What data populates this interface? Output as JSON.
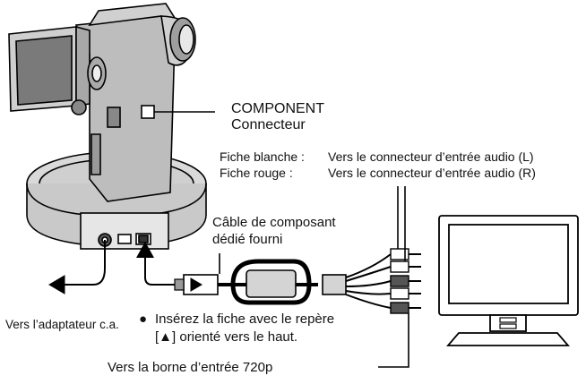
{
  "labels": {
    "component_title": "COMPONENT",
    "component_sub": "Connecteur",
    "white_plug_name": "Fiche blanche :",
    "white_plug_dest": "Vers le connecteur d’entrée audio (L)",
    "red_plug_name": "Fiche rouge :",
    "red_plug_dest": "Vers le connecteur d’entrée audio (R)",
    "cable_line1": "Câble de composant",
    "cable_line2": "dédié fourni",
    "ac_adapter": "Vers l’adaptateur c.a.",
    "note_bullet": "●",
    "note_line1": "Insérez la fiche avec le repère",
    "note_line2": "[▲]  orienté vers le haut.",
    "terminal_720p": "Vers la borne d’entrée 720p"
  },
  "icons": {
    "camera": "camcorder-icon",
    "dock": "docking-station-icon",
    "tv": "television-icon",
    "cable": "component-cable-icon",
    "arrow": "arrow-left-icon"
  }
}
